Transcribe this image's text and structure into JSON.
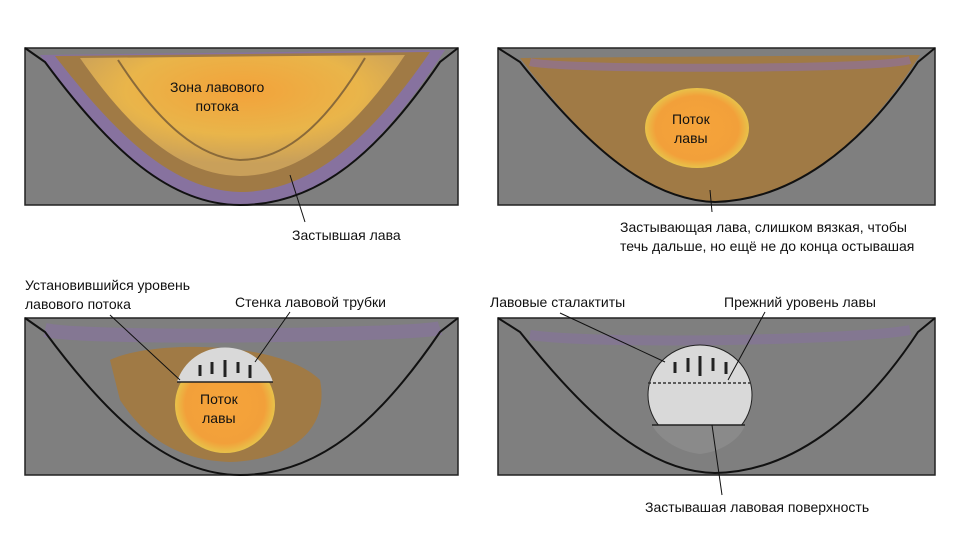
{
  "panels": [
    {
      "flow_label": [
        "Зона лавового",
        "потока"
      ],
      "bottom_label": "Застывшая лава"
    },
    {
      "flow_label": [
        "Поток",
        "лавы"
      ],
      "bottom_label": [
        "Застывающая лава, слишком вязкая, чтобы",
        "течь дальше, но ещё не до конца остывашая"
      ]
    },
    {
      "level_label": [
        "Установившийся уровень",
        "лавового потока"
      ],
      "wall_label": "Стенка лавовой трубки",
      "flow_label": [
        "Поток",
        "лавы"
      ]
    },
    {
      "stalactites_label": "Лавовые сталактиты",
      "former_level_label": "Прежний уровень лавы",
      "surface_label": "Застывашая лавовая поверхность"
    }
  ],
  "colors": {
    "rock": "#7f7f7f",
    "lava_core": "#f5a23c",
    "lava_outer": "#e8c24a",
    "crust": "#a07a45",
    "purple": "#8a6fa8",
    "tube": "#d9d9d9"
  }
}
